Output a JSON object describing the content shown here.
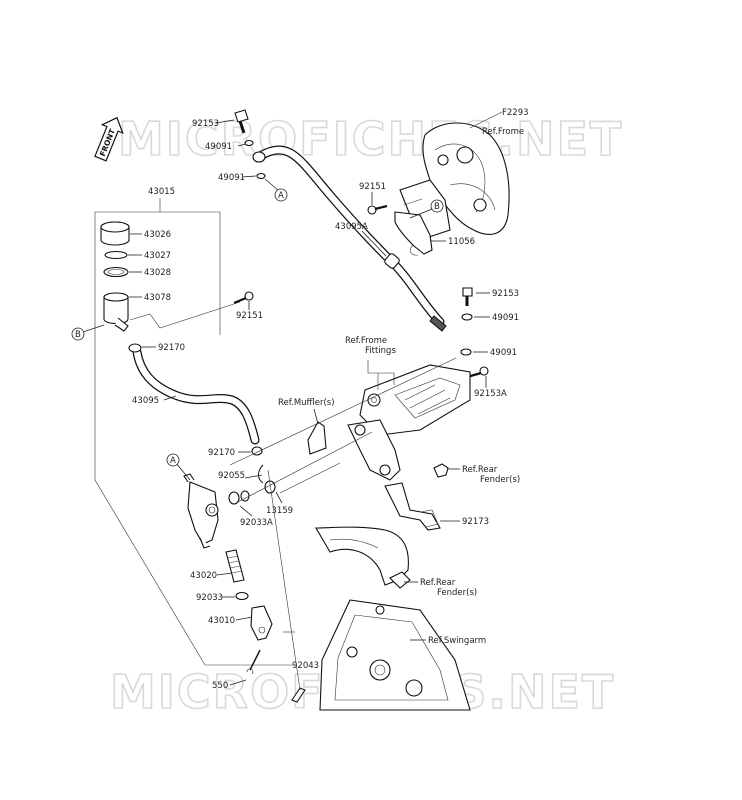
{
  "diagram_code": "F2293",
  "watermark": "MICROFICHES.NET",
  "front_arrow": "FRONT",
  "callouts": {
    "a": "A",
    "b": "B"
  },
  "labels": {
    "p92153_top": "92153",
    "p49091_a": "49091",
    "p49091_b": "49091",
    "p43015": "43015",
    "p43026": "43026",
    "p43027": "43027",
    "p43028": "43028",
    "p43078": "43078",
    "p92151_l": "92151",
    "p92170_a": "92170",
    "p43095": "43095",
    "p92170_b": "92170",
    "p92055": "92055",
    "p92033a": "92033A",
    "p13159": "13159",
    "p43020": "43020",
    "p92033": "92033",
    "p43010": "43010",
    "p550": "550",
    "p92043": "92043",
    "ref_frome_top": "Ref.Frome",
    "p92151_r": "92151",
    "p11056": "11056",
    "p43095a": "43095A",
    "p92153_r": "92153",
    "p49091_r1": "49091",
    "p49091_r2": "49091",
    "ref_frome_fittings_1": "Ref.Frome",
    "ref_frome_fittings_2": "Fittings",
    "p92153a": "92153A",
    "ref_muffler": "Ref.Muffler(s)",
    "ref_rear_fender_1a": "Ref.Rear",
    "ref_rear_fender_1b": "Fender(s)",
    "p92173": "92173",
    "ref_rear_fender_2a": "Ref.Rear",
    "ref_rear_fender_2b": "Fender(s)",
    "ref_swingarm": "Ref.Swingarm"
  }
}
